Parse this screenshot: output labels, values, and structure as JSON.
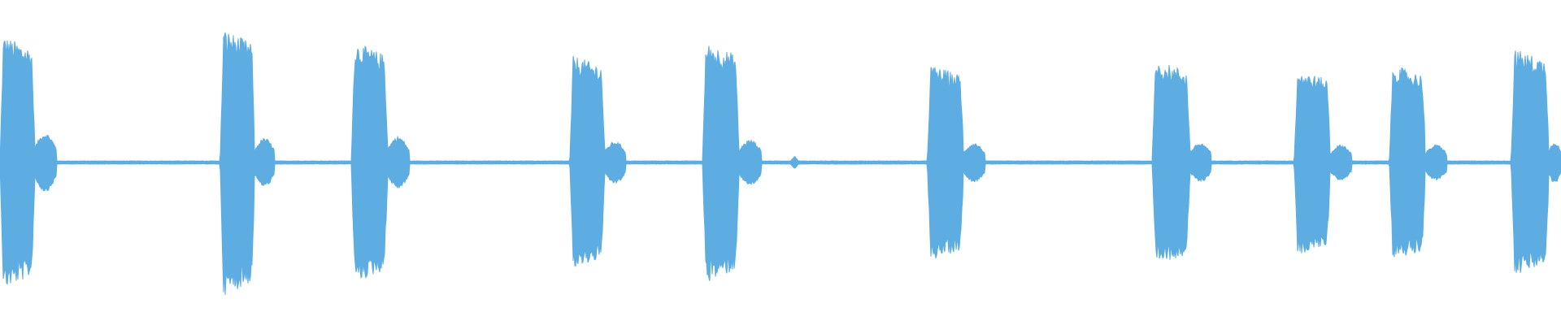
{
  "waveform": {
    "color": "#5dade2",
    "background": "#ffffff",
    "bursts": [
      {
        "start": 0.0,
        "end": 0.022,
        "amplitude": 0.78,
        "tail_end": 0.036,
        "tail_amplitude": 0.18
      },
      {
        "start": 0.141,
        "end": 0.163,
        "amplitude": 0.82,
        "tail_end": 0.176,
        "tail_amplitude": 0.15
      },
      {
        "start": 0.225,
        "end": 0.248,
        "amplitude": 0.74,
        "tail_end": 0.262,
        "tail_amplitude": 0.16
      },
      {
        "start": 0.365,
        "end": 0.387,
        "amplitude": 0.66,
        "tail_end": 0.401,
        "tail_amplitude": 0.13
      },
      {
        "start": 0.45,
        "end": 0.473,
        "amplitude": 0.74,
        "tail_end": 0.488,
        "tail_amplitude": 0.14
      },
      {
        "start": 0.594,
        "end": 0.617,
        "amplitude": 0.6,
        "tail_end": 0.631,
        "tail_amplitude": 0.12
      },
      {
        "start": 0.738,
        "end": 0.762,
        "amplitude": 0.63,
        "tail_end": 0.776,
        "tail_amplitude": 0.12
      },
      {
        "start": 0.829,
        "end": 0.852,
        "amplitude": 0.57,
        "tail_end": 0.866,
        "tail_amplitude": 0.11
      },
      {
        "start": 0.89,
        "end": 0.913,
        "amplitude": 0.6,
        "tail_end": 0.927,
        "tail_amplitude": 0.11
      },
      {
        "start": 0.968,
        "end": 0.992,
        "amplitude": 0.7,
        "tail_end": 1.0,
        "tail_amplitude": 0.13
      }
    ],
    "blips": [
      0.509
    ],
    "baseline_amplitude": 0.01
  }
}
